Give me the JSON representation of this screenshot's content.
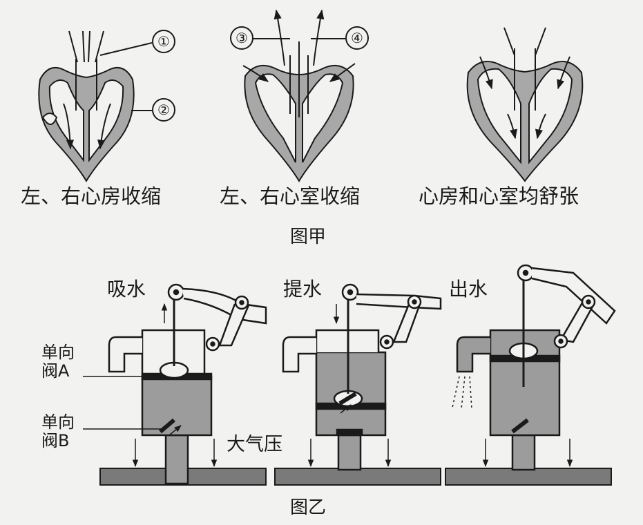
{
  "figure_a": {
    "caption": "图甲",
    "panels": [
      {
        "label": "左、右心房收缩"
      },
      {
        "label": "左、右心室收缩"
      },
      {
        "label": "心房和心室均舒张"
      }
    ],
    "markers": [
      "①",
      "②",
      "③",
      "④"
    ]
  },
  "figure_b": {
    "caption": "图乙",
    "panels": [
      {
        "label": "吸水"
      },
      {
        "label": "提水"
      },
      {
        "label": "出水"
      }
    ],
    "labels": {
      "valve_a_line1": "单向",
      "valve_a_line2": "阀A",
      "valve_b_line1": "单向",
      "valve_b_line2": "阀B",
      "pressure": "大气压"
    }
  },
  "colors": {
    "ink": "#1a1a1a",
    "fill_gray": "#9c9c9c",
    "ground": "#7a7a7a",
    "background": "#f2f2f0"
  }
}
